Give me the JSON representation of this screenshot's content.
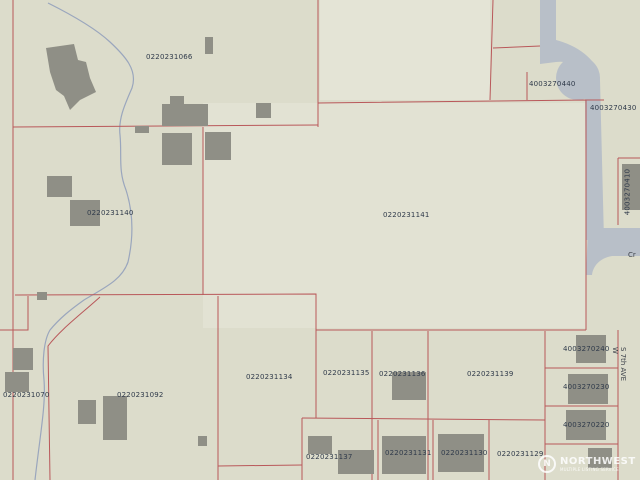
{
  "colors": {
    "background": "#dcdccb",
    "parcel_line": "#b9585a",
    "building": "#8f8f86",
    "road": "#b8bfc8",
    "stream": "#9aa6bd"
  },
  "parcels": [
    {
      "id": "p1066",
      "label": "0220231066"
    },
    {
      "id": "p1140",
      "label": "0220231140"
    },
    {
      "id": "p1141",
      "label": "0220231141"
    },
    {
      "id": "p1070",
      "label": "0220231070"
    },
    {
      "id": "p1092",
      "label": "0220231092"
    },
    {
      "id": "p1134",
      "label": "0220231134"
    },
    {
      "id": "p1135",
      "label": "0220231135"
    },
    {
      "id": "p1136",
      "label": "0220231136"
    },
    {
      "id": "p1139",
      "label": "0220231139"
    },
    {
      "id": "p1137",
      "label": "0220231137"
    },
    {
      "id": "p1131",
      "label": "0220231131"
    },
    {
      "id": "p1130",
      "label": "0220231130"
    },
    {
      "id": "p1129",
      "label": "0220231129"
    },
    {
      "id": "p0440",
      "label": "4003270440"
    },
    {
      "id": "p0430",
      "label": "4003270430"
    },
    {
      "id": "p0410",
      "label": "4003270410"
    },
    {
      "id": "p0240",
      "label": "4003270240"
    },
    {
      "id": "p0230",
      "label": "4003270230"
    },
    {
      "id": "p0220",
      "label": "4003270220"
    }
  ],
  "streets": [
    {
      "id": "s1",
      "label": "Cr"
    },
    {
      "id": "s2",
      "label": "S 7th AVE W"
    }
  ],
  "watermark": {
    "icon_letter": "N",
    "name": "NORTHWEST",
    "subtitle": "MULTIPLE LISTING SERVICE"
  }
}
